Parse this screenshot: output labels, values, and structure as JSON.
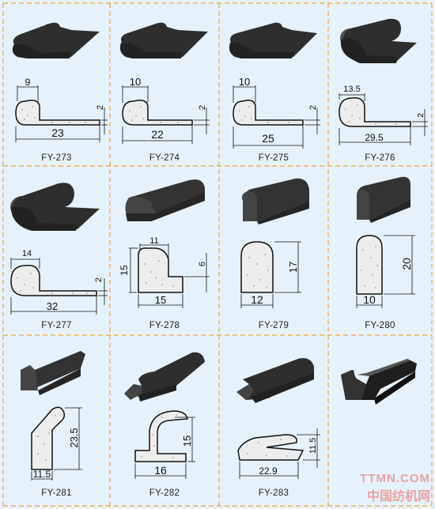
{
  "sheet": {
    "colors": {
      "background": "#e6f2fb",
      "grid": "#f2a43a",
      "rubber": "#2b2b2b",
      "foam": "#ededed",
      "line": "#111111"
    },
    "watermark": {
      "line1": "TTMN.COM",
      "line2": "中国纺机网"
    }
  },
  "items": [
    {
      "code": "FY-273",
      "dims": {
        "a": "9",
        "b": "2",
        "c": "23"
      }
    },
    {
      "code": "FY-274",
      "dims": {
        "a": "10",
        "b": "2",
        "c": "22"
      }
    },
    {
      "code": "FY-275",
      "dims": {
        "a": "10",
        "b": "2",
        "c": "25"
      }
    },
    {
      "code": "FY-276",
      "dims": {
        "a": "13.5",
        "b": "2",
        "c": "29.5"
      }
    },
    {
      "code": "FY-277",
      "dims": {
        "a": "14",
        "b": "2",
        "c": "32"
      }
    },
    {
      "code": "FY-278",
      "dims": {
        "a": "11",
        "b": "6",
        "c": "15",
        "d": "15"
      }
    },
    {
      "code": "FY-279",
      "dims": {
        "a": "17",
        "c": "12"
      }
    },
    {
      "code": "FY-280",
      "dims": {
        "a": "20",
        "c": "10"
      }
    },
    {
      "code": "FY-281",
      "dims": {
        "a": "23.5",
        "c": "11.5"
      }
    },
    {
      "code": "FY-282",
      "dims": {
        "a": "15",
        "c": "16"
      }
    },
    {
      "code": "FY-283",
      "dims": {
        "a": "11.5",
        "c": "22.9"
      }
    },
    {
      "code": ""
    }
  ]
}
